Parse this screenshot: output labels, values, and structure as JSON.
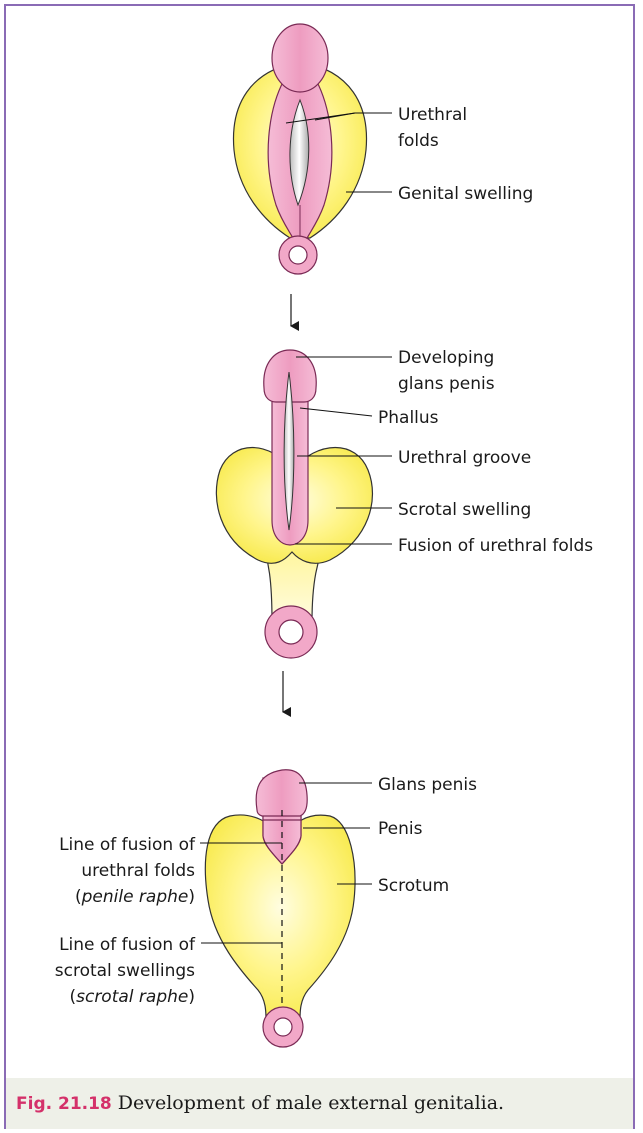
{
  "stage1": {
    "labels": {
      "urethral_folds_1": "Urethral",
      "urethral_folds_2": "folds",
      "genital_swelling": "Genital swelling"
    }
  },
  "stage2": {
    "labels": {
      "developing_glans_1": "Developing",
      "developing_glans_2": "glans penis",
      "phallus": "Phallus",
      "urethral_groove": "Urethral groove",
      "scrotal_swelling": "Scrotal swelling",
      "fusion_urethral_folds": "Fusion of urethral folds"
    }
  },
  "stage3": {
    "labels": {
      "glans_penis": "Glans penis",
      "penis": "Penis",
      "scrotum": "Scrotum",
      "penile_raphe_1": "Line of fusion of",
      "penile_raphe_2": "urethral folds",
      "penile_raphe_3": "penile raphe",
      "scrotal_raphe_1": "Line of fusion of",
      "scrotal_raphe_2": "scrotal swellings",
      "scrotal_raphe_3": "scrotal raphe"
    }
  },
  "caption": {
    "number": "Fig. 21.18",
    "text": "Development of male external genitalia."
  },
  "colors": {
    "border": "#8a6bb5",
    "pink": "#f2a8c8",
    "pink_stroke": "#7a2a55",
    "yellow": "#fff36a",
    "caption_bg": "#eef0e8",
    "caption_num": "#d4316a"
  }
}
